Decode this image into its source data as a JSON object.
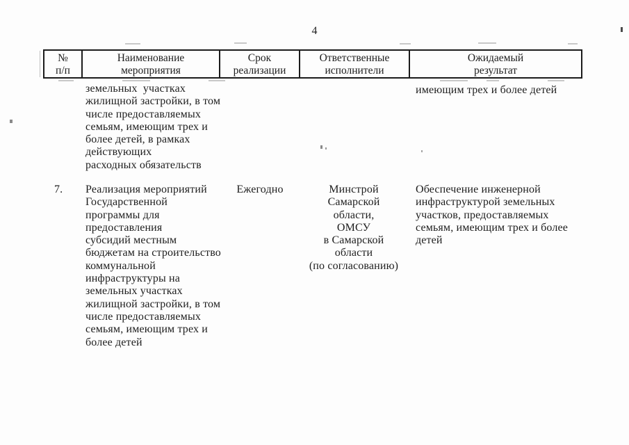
{
  "page": {
    "number": "4"
  },
  "table": {
    "headers": [
      "№\nп/п",
      "Наименование\nмероприятия",
      "Срок\nреализации",
      "Ответственные\nисполнители",
      "Ожидаемый\nрезультат"
    ],
    "row6_continuation": {
      "name": "земельных  участках\nжилищной застройки, в том\nчисле предоставляемых\nсемьям, имеющим трех и\nболее детей, в рамках\nдействующих\nрасходных обязательств",
      "result": "имеющим трех и более детей"
    },
    "row7": {
      "num": "7.",
      "name": "Реализация мероприятий\nГосударственной\nпрограммы для\nпредоставления\nсубсидий местным\nбюджетам на строительство\nкоммунальной\nинфраструктуры на\nземельных участках\nжилищной застройки, в том\nчисле предоставляемых\nсемьям, имеющим трех и\nболее детей",
      "term": "Ежегодно",
      "executors": "Минстрой\nСамарской\nобласти,\nОМСУ\nв Самарской\nобласти\n(по согласованию)",
      "result": "Обеспечение инженерной\nинфраструктурой земельных\nучастков, предоставляемых\nсемьям, имеющим трех и более\nдетей"
    }
  },
  "colors": {
    "ink": "#1d1d1d",
    "paper": "#fdfdfd",
    "artifact_gray": "#c8c8c8"
  }
}
